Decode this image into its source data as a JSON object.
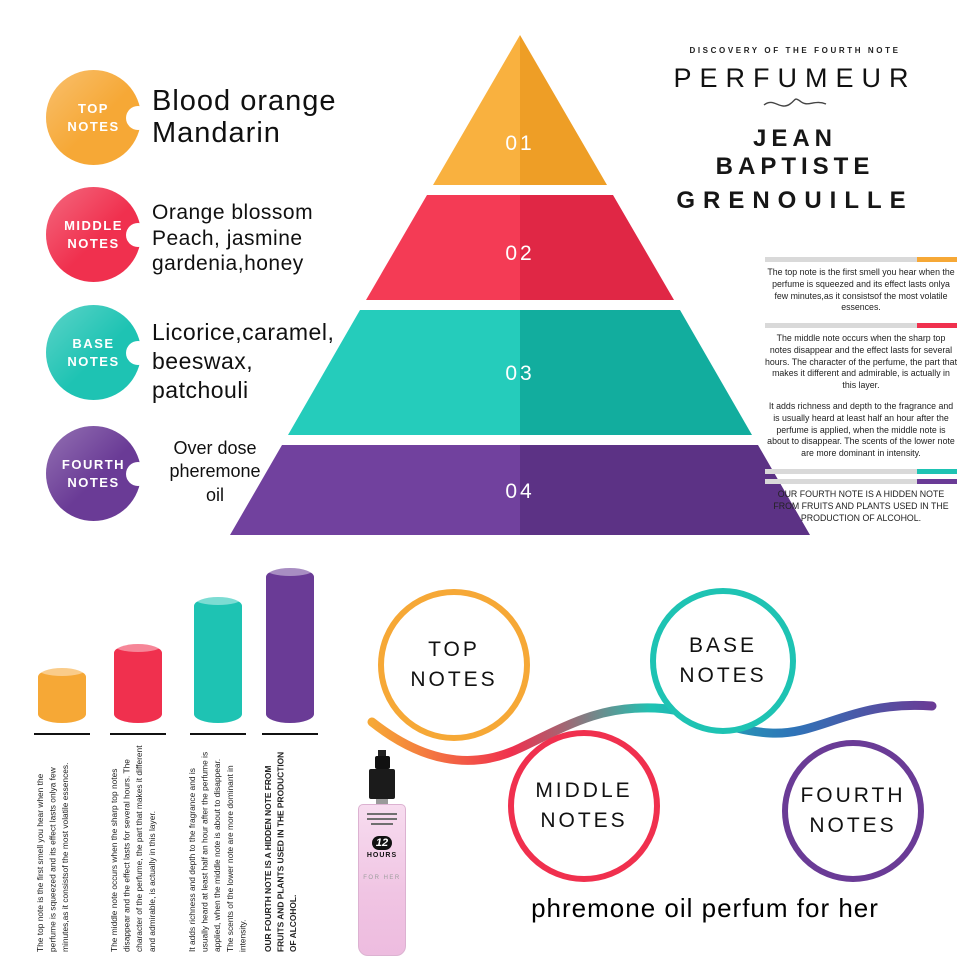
{
  "header": {
    "tagline": "DISCOVERY OF THE FOURTH NOTE",
    "brand": "PERFUMEUR",
    "author_line1": "JEAN BAPTISTE",
    "author_line2": "GRENOUILLE"
  },
  "colors": {
    "orange": "#F6A836",
    "red": "#F0304E",
    "teal": "#1EC3B3",
    "purple": "#6A3B96"
  },
  "notes": [
    {
      "badge": "TOP\nNOTES",
      "number": "01",
      "ingredients": "Blood orange\nMandarin",
      "description": "The top note is the first smell you hear when the perfume is squeezed and its effect lasts onlya few minutes,as it consistsof the most volatile essences."
    },
    {
      "badge": "MIDDLE\nNOTES",
      "number": "02",
      "ingredients": "Orange blossom\nPeach, jasmine\ngardenia,honey",
      "description": "The middle note occurs when the sharp top notes disappear and the effect lasts for several hours. The character of the perfume, the part that makes it different and admirable, is actually in this layer."
    },
    {
      "badge": "BASE\nNOTES",
      "number": "03",
      "ingredients": "Licorice,caramel,\nbeeswax,\npatchouli",
      "description": "It adds richness and depth to the fragrance and is usually heard at least half an hour after the perfume is applied, when the middle note is about to disappear. The scents of the lower note are more dominant in intensity."
    },
    {
      "badge": "FOURTH\nNOTES",
      "number": "04",
      "ingredients": "Over dose\npheremone\noil",
      "description": "OUR FOURTH NOTE IS A HIDDEN NOTE FROM FRUITS AND PLANTS USED IN THE PRODUCTION OF ALCOHOL."
    }
  ],
  "vial": {
    "hours_number": "12",
    "hours_word": "HOURS",
    "for_line": "FOR HER"
  },
  "footer": {
    "caption": "phremone oil perfum for her"
  }
}
